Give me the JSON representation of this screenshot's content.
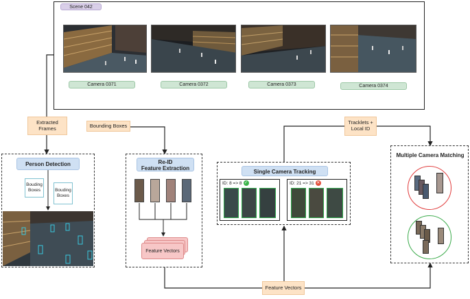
{
  "scene": {
    "label": "Scene 042"
  },
  "cameras": [
    {
      "label": "Camera 0371"
    },
    {
      "label": "Camera 0372"
    },
    {
      "label": "Camera 0373"
    },
    {
      "label": "Camera 0374"
    }
  ],
  "flow_labels": {
    "extracted_frames": "Extracted Frames",
    "bounding_boxes": "Bounding Boxes",
    "tracklets": "Tracklets + Local ID",
    "feature_vectors_bottom": "Feature Vectors"
  },
  "person_detection": {
    "title": "Person Detection",
    "box_left": "Bouding Boxes",
    "box_right": "Bouding Boxes"
  },
  "reid": {
    "title_line1": "Re-ID",
    "title_line2": "Feature Extraction",
    "vectors_label": "Feature Vectors"
  },
  "single_tracking": {
    "title": "Single Camera Tracking",
    "left_id": "ID: 8 => 8",
    "right_id": "ID: 21 => 31"
  },
  "multi_matching": {
    "title": "Multiple Camera Matching"
  },
  "colors": {
    "orange": "#fde3c6",
    "blue_header": "#cfe0f3",
    "camera_pill": "#cfe6d4",
    "scene_pill": "#d9cfe8",
    "check_green": "#3bb54a",
    "cross_red": "#e2503c",
    "match_red": "#e03a3a",
    "match_green": "#3aaa4a"
  }
}
